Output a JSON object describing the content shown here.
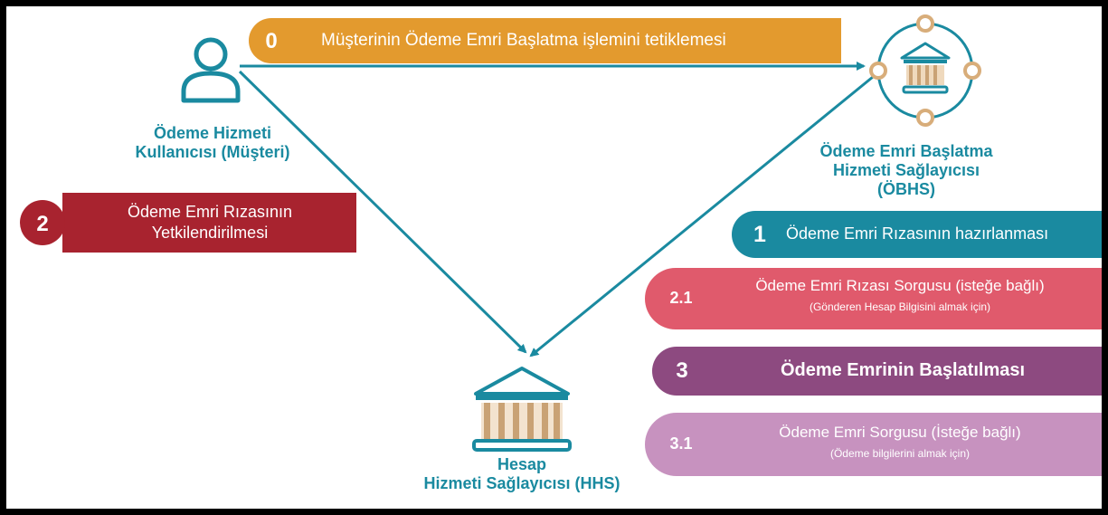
{
  "colors": {
    "teal": "#1a8aa0",
    "orange": "#e39a2e",
    "red": "#a8232f",
    "pink": "#e05a6c",
    "purple": "#8d4a80",
    "lilac": "#c792bf",
    "gold": "#d8ad7a"
  },
  "actors": {
    "customer": {
      "line1": "Ödeme Hizmeti",
      "line2": "Kullanıcısı (Müşteri)",
      "icon": "person-icon"
    },
    "obhs": {
      "line1": "Ödeme Emri Başlatma",
      "line2": "Hizmeti Sağlayıcısı",
      "line3": "(ÖBHS)",
      "icon": "bank-icon"
    },
    "hhs": {
      "line1": "Hesap",
      "line2": "Hizmeti Sağlayıcısı (HHS)",
      "icon": "bank-icon"
    }
  },
  "steps": [
    {
      "num": "0",
      "text": "Müşterinin Ödeme Emri Başlatma işlemini tetiklemesi",
      "color": "#e39a2e"
    },
    {
      "num": "2",
      "line1": "Ödeme Emri Rızasının",
      "line2": "Yetkilendirilmesi",
      "color": "#a8232f"
    },
    {
      "num": "1",
      "text": "Ödeme Emri Rızasının hazırlanması",
      "color": "#1a8aa0"
    },
    {
      "num": "2.1",
      "text": "Ödeme Emri Rızası Sorgusu (isteğe bağlı)",
      "sub": "(Gönderen Hesap Bilgisini almak için)",
      "color": "#e05a6c"
    },
    {
      "num": "3",
      "text": "Ödeme Emrinin Başlatılması",
      "color": "#8d4a80"
    },
    {
      "num": "3.1",
      "text": "Ödeme Emri Sorgusu (İsteğe bağlı)",
      "sub": "(Ödeme bilgilerini almak için)",
      "color": "#c792bf"
    }
  ]
}
